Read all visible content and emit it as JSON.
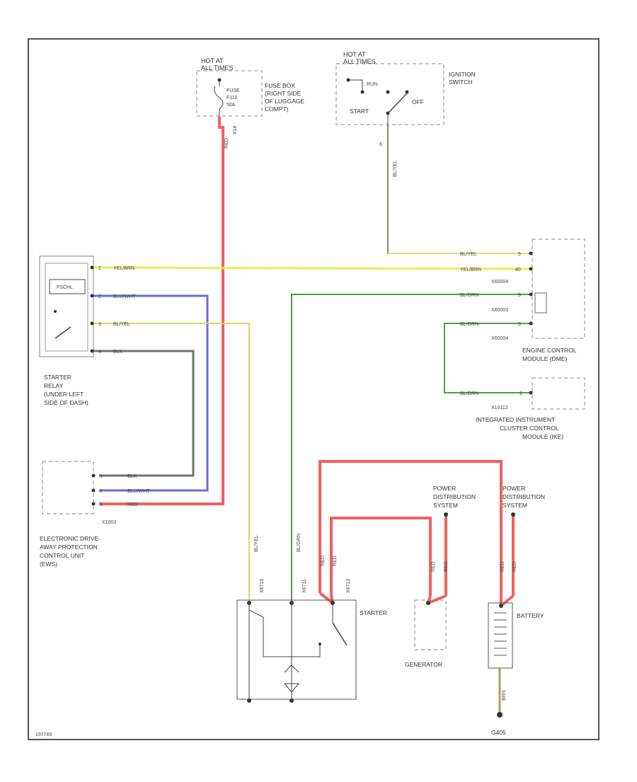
{
  "colors": {
    "red": "#f06060",
    "yellow": "#eded5a",
    "blue": "#6a6ae0",
    "green": "#4aa040",
    "gray": "#707070",
    "black": "#444444",
    "border": "#555555",
    "dash": "#888888"
  },
  "fuse_box": {
    "hot_line1": "HOT AT",
    "hot_line2": "ALL TIMES",
    "fuse_line1": "FUSE",
    "fuse_line2": "F110",
    "fuse_line3": "50A",
    "label_line1": "FUSE BOX",
    "label_line2": "(RIGHT SIDE",
    "label_line3": "OF LUGGAGE",
    "label_line4": "COMPT)",
    "connector": "X18"
  },
  "ignition_switch": {
    "hot_line1": "HOT AT",
    "hot_line2": "ALL TIMES",
    "label_line1": "IGNITION",
    "label_line2": "SWITCH",
    "pos_run": "RUN",
    "pos_start": "START",
    "pos_off": "OFF",
    "pin": "6"
  },
  "starter_relay": {
    "label_line1": "STARTER",
    "label_line2": "RELAY",
    "label_line3": "(UNDER LEFT",
    "label_line4": "SIDE OF DASH)",
    "pin1": "1",
    "pin2": "2",
    "pin3": "3",
    "pin4": "4",
    "inner": "FSCHL"
  },
  "ews": {
    "label_line1": "ELECTRONIC DRIVE-",
    "label_line2": "AWAY PROTECTION",
    "label_line3": "CONTROL UNIT",
    "label_line4": "(EWS)",
    "connector": "X1003",
    "pin1": "1",
    "pin2": "2",
    "pin3": "3"
  },
  "ecm": {
    "label_line1": "ENGINE CONTROL",
    "label_line2": "MODULE (DME)",
    "conn1": "X60004",
    "conn2": "X60003",
    "conn3": "X60004",
    "pin1": "5",
    "pin2": "40",
    "pin3": "5",
    "pin4": "5"
  },
  "ike": {
    "label_line1": "INTEGRATED INSTRUMENT",
    "label_line2": "CLUSTER CONTROL",
    "label_line3": "MODULE (IKE)",
    "connector": "X10112",
    "pin": "2"
  },
  "starter": {
    "label": "STARTER",
    "conn1": "X6710",
    "conn2": "X6711",
    "conn3": "X6712"
  },
  "generator": {
    "label": "GENERATOR"
  },
  "battery": {
    "label": "BATTERY"
  },
  "pds1": {
    "line1": "POWER",
    "line2": "DISTRIBUTION",
    "line3": "SYSTEM"
  },
  "pds2": {
    "line1": "POWER",
    "line2": "DISTRIBUTION",
    "line3": "SYSTEM"
  },
  "ground": {
    "label": "G405"
  },
  "wires": {
    "bl_yel": "BL/YEL",
    "yel_brn": "YEL/BRN",
    "blu_wht": "BLU/WHT",
    "bl_yel2": "BL/YEL",
    "bl_grn": "BL/GRN",
    "bl_grn2": "BL/GRN",
    "bl_grn3": "BL/GRN",
    "blk": "BLK",
    "blk2": "BLK",
    "blu_wht2": "BLU/WHT",
    "red": "RED",
    "red_v": "RED",
    "bl_yel_v": "BL/YEL",
    "bl_yel_v2": "BL/YEL",
    "bl_grn_v": "BL/GRN",
    "red_a": "RED",
    "red_b": "RED",
    "red_c": "RED",
    "red_d": "RED",
    "red_e": "RED",
    "red_f": "RED",
    "brn": "BRN"
  },
  "footer_code": "197769"
}
